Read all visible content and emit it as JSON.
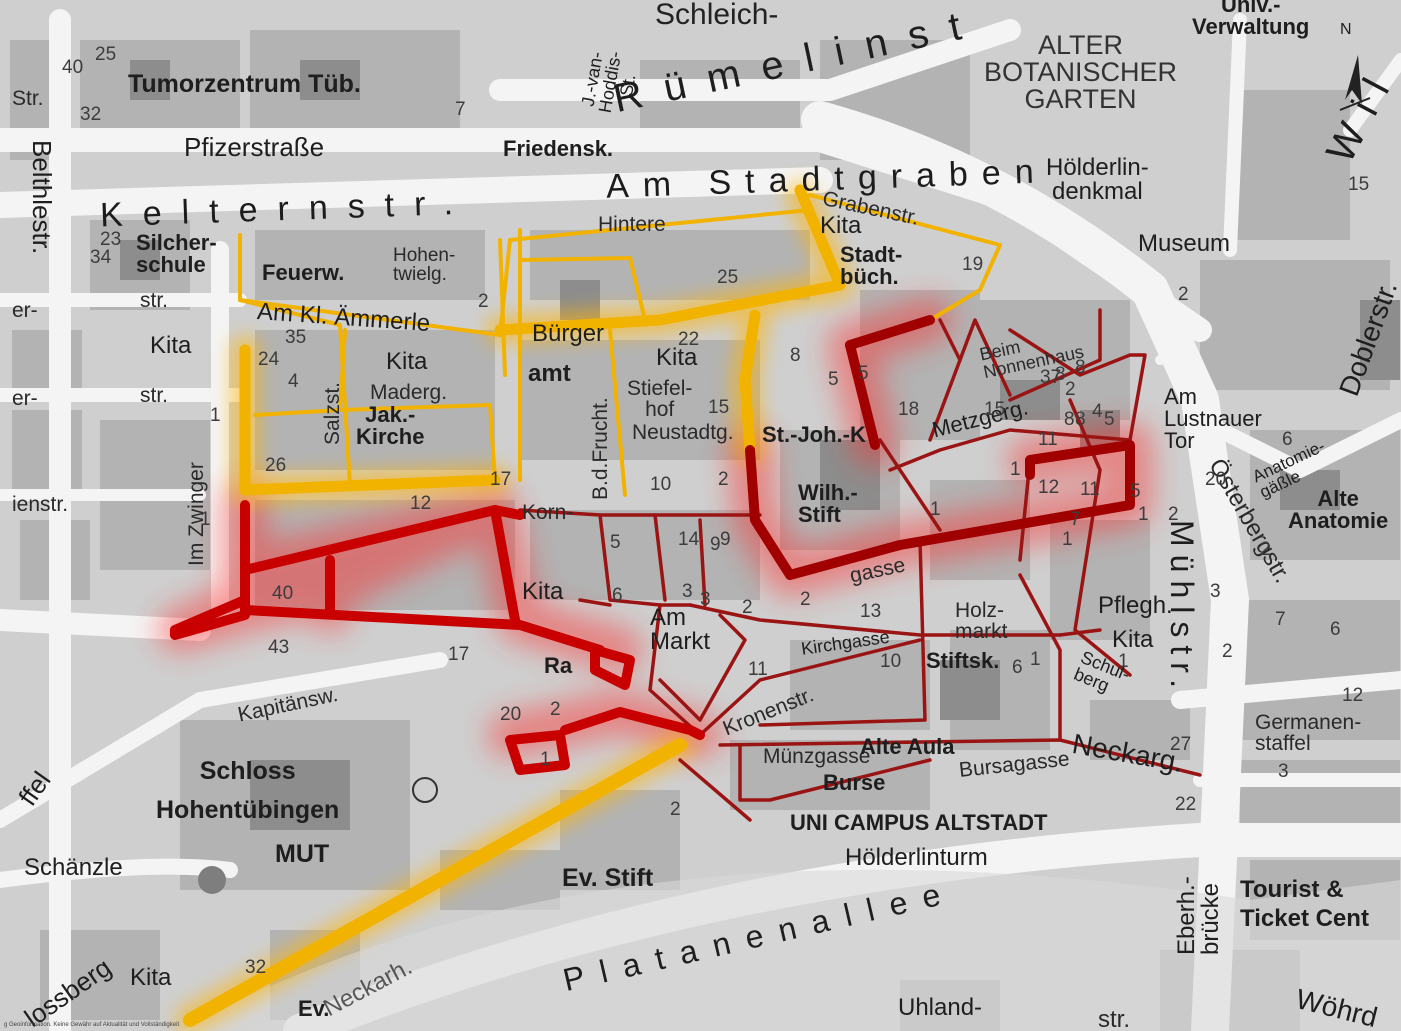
{
  "map": {
    "compass": "N",
    "footer_note": "g Geoinformation. Keine Gewähr auf Aktualität und Vollständigkeit",
    "streets": {
      "schleich": "Schleich-",
      "ruemelinst": "Rümelinst",
      "am_stadtgraben": "Am Stadtgraben",
      "kelternstr": "Kelternstr.",
      "pfizerstrasse": "Pfizerstraße",
      "belthlestr": "Belthlestr.",
      "hintere": "Hintere",
      "grabenstr": "Grabenstr.",
      "hohentwielg": "Hohen-\ntwielg.",
      "am_kl_ammerle": "Am Kl. Ämmerle",
      "burgerg": "Bürger",
      "maderg": "Maderg.",
      "salzst": "Salzst.",
      "im_zwinger": "Im Zwinger",
      "stiefelhof": "Stiefel-\nhof",
      "neustadtg": "Neustadtg.",
      "b_d_frucht": "B.d.Frucht.",
      "beim_nonnenhaus": "Beim\nNonnenhaus",
      "metzgerg": "Metzgerg.",
      "am_lustnauer_tor": "Am\nLustnauer\nTor",
      "oesterbergstr": "Österbergstr.",
      "anatomiegaessle": "Anatomie-\ngäßle",
      "muehlstr": "Mühlstr.",
      "kornhausstr": "Korn-",
      "gasse": "gasse",
      "holzmarkt": "Holz-\nmarkt",
      "kirchgasse": "Kirchgasse",
      "kapitaensw": "Kapitänsw.",
      "schulberg": "Schul-\nberg",
      "muenzgasse": "Münzgasse",
      "bursagasse": "Bursagasse",
      "neckarg": "Neckarg.",
      "kronenstr": "Kronenstr.",
      "germanenstaffel": "Germanen-\nstaffel",
      "platanenallee": "Platanenallee",
      "eberhbruecke": "Eberh.-\nbrücke",
      "doblerstr": "Doblerstr.",
      "woehrd": "Wöhrd",
      "str1": "Str.",
      "str2": "str.",
      "str3": "str.",
      "er1": "er-",
      "er2": "er-",
      "ienstr": "ienstr.",
      "staffel": "ffel",
      "schlossberg": "lossberg",
      "neckarh": "Neckarh.",
      "str_lower": "str.",
      "j_van_hoddis": "J.-van-\nHoddis-\nSt.",
      "wilhelm": "Wil",
      "ev": "Ev."
    },
    "places": {
      "tumorzentrum": "Tumorzentrum Tüb.",
      "friedensk": "Friedensk.",
      "univ_verwaltung": "Univ.-\nVerwaltung",
      "alter_botanischer_garten": "ALTER\nBOTANISCHER\nGARTEN",
      "hoelderlindenkmal": "Hölderlin-\ndenkmal",
      "museum": "Museum",
      "silcherschule": "Silcher-\nschule",
      "feuerw": "Feuerw.",
      "stadtbuech": "Stadt-\nbüch.",
      "kita": "Kita",
      "amt": "amt",
      "jak_kirche": "Jak.-\nKirche",
      "st_joh_k": "St.-Joh.-K",
      "wilh_stift": "Wilh.-\nStift",
      "alte_anatomie": "Alte\nAnatomie",
      "pflegh": "Pflegh.",
      "am_markt": "Am\nMarkt",
      "rat": "Ra",
      "stiftsk": "Stiftsk.",
      "alte_aula": "Alte Aula",
      "burse": "Burse",
      "uni_campus": "UNI CAMPUS ALTSTADT",
      "hoelderlinturm": "Hölderlinturm",
      "schloss": "Schloss\nHohentübingen",
      "mut": "MUT",
      "schaenzle": "Schänzle",
      "ev_stift": "Ev. Stift",
      "tourist": "Tourist &\nTicket Cent",
      "uhland": "Uhland-"
    },
    "house_numbers": [
      "25",
      "40",
      "32",
      "7",
      "23",
      "34",
      "2",
      "35",
      "24",
      "4",
      "1",
      "26",
      "12",
      "40",
      "43",
      "17",
      "10",
      "5",
      "14",
      "9",
      "6",
      "3",
      "11",
      "20",
      "2",
      "1",
      "22",
      "25",
      "8",
      "5",
      "15",
      "8",
      "2",
      "18",
      "19",
      "15",
      "11",
      "12",
      "11",
      "5",
      "6",
      "20",
      "3",
      "7",
      "2",
      "13",
      "10",
      "1",
      "27",
      "22",
      "3",
      "12",
      "2",
      "7",
      "32",
      "17",
      "2",
      "4",
      "5",
      "9",
      "2",
      "6",
      "5",
      "8",
      "1",
      "1",
      "1",
      "2",
      "2",
      "1",
      "1",
      "3",
      "15",
      "2",
      "8",
      "37",
      "8",
      "1",
      "6",
      "2"
    ],
    "route_legend_colors": {
      "yellow_route": "#f2b200",
      "red_route": "#c80000",
      "dark_red_route": "#9b1414"
    }
  }
}
